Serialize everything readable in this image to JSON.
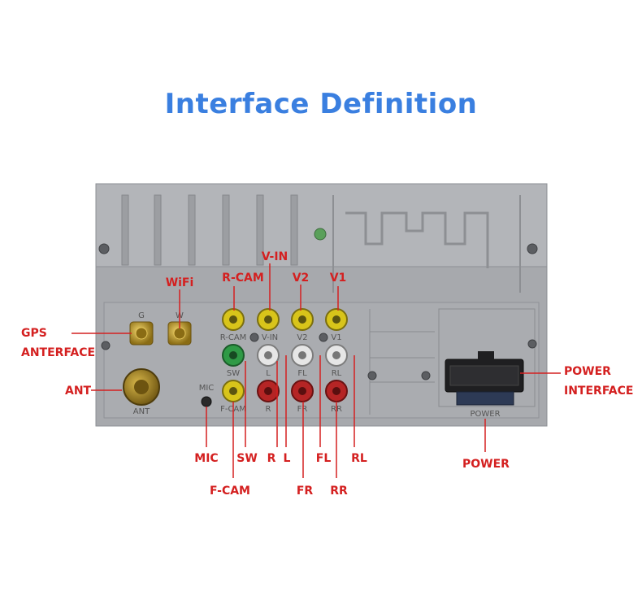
{
  "title": "Interface Definition",
  "colors": {
    "title": "#3a7fe0",
    "label": "#d42020",
    "panel": "#a9abaf",
    "gold": "#c9a227",
    "yellow": "#d8c41a",
    "green": "#2f9a46",
    "red": "#b52525",
    "white": "#e6e6e6"
  },
  "panel_labels": {
    "g": "G",
    "w": "W",
    "ant": "ANT",
    "mic": "MIC",
    "rcam": "R-CAM",
    "vin": "V-IN",
    "v2": "V2",
    "v1": "V1",
    "sw": "SW",
    "l": "L",
    "fl": "FL",
    "rl": "RL",
    "fcam": "F-CAM",
    "r": "R",
    "fr": "FR",
    "rr": "RR",
    "power": "POWER"
  },
  "callouts": {
    "wifi": "WiFi",
    "rcam": "R-CAM",
    "vin": "V-IN",
    "v2": "V2",
    "v1": "V1",
    "gps": "GPS",
    "anterface": "ANTERFACE",
    "ant": "ANT",
    "power_interface_1": "POWER",
    "power_interface_2": "INTERFACE",
    "mic": "MIC",
    "sw": "SW",
    "r": "R",
    "l": "L",
    "fl": "FL",
    "rl": "RL",
    "fcam": "F-CAM",
    "fr": "FR",
    "rr": "RR",
    "power": "POWER"
  }
}
